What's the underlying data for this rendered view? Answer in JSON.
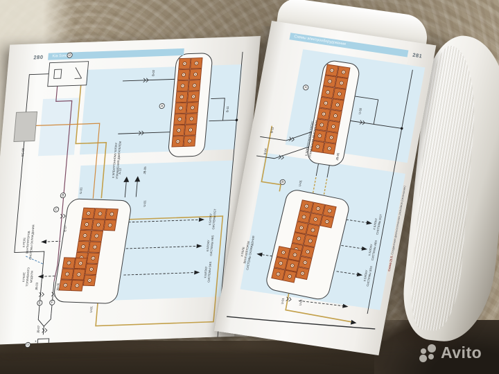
{
  "colors": {
    "header_bar": "#a9d3e6",
    "panel_blue": "#d9ebf4",
    "pin_orange": "#cf6f33",
    "pin_border": "#8a3c1a",
    "wire_tan": "#c3a04a",
    "wire_purple": "#7c4a63",
    "wire_orange": "#d08a3e",
    "wire_blue": "#4f86b8",
    "wire_black": "#2b2d2f"
  },
  "book": {
    "left_page": {
      "page_number": "280",
      "header": "Kia Sorento"
    },
    "right_page": {
      "page_number": "281",
      "header": "Схемы электрооборудования",
      "caption_bold": "Схема 21.5.",
      "caption_rest": " Соединения диагностических разъёмов (окончание)"
    },
    "markers": {
      "a": "A",
      "b": "B",
      "c": "C",
      "d": "D",
      "e": "E",
      "f": "F",
      "g": "G"
    },
    "battery_plus": "+",
    "wires": {
      "b02": "B-02",
      "b11": "B-11",
      "b04": "B-04",
      "e17": "E-17",
      "jb03": "JB-03",
      "jb05": "JB-05",
      "jb06": "JB-06",
      "jb07": "JB-07",
      "sc08": "SC-08",
      "u01": "U-01",
      "u02": "U-02",
      "a12": "A-12"
    },
    "annotations": {
      "ecu1": "К ЭЛЕКТРОННОМУ БЛОКУ",
      "ecu2": "УПРАВЛЕНИЯ ДВИГАТЕЛЕМ",
      "fan1": "К РЕЛЕ",
      "fan2": "ВЕНТИЛЯТОРОВ",
      "fan3": "СИСТЕМЫ ОХЛАЖДЕНИЯ",
      "fuel1": "К РЕЛЕ",
      "fuel2": "ТОПЛИВНОГО",
      "fuel3": "МОДУЛЯ",
      "egt1": "К БЛОКУ",
      "egt2": "СИСТЕМЫ EGT",
      "abs1": "К БЛОКУ",
      "abs2": "СИСТЕМЫ ABS",
      "srs1": "К БЛОКУ",
      "srs2": "СИСТЕМЫ SRS"
    }
  },
  "watermark": {
    "brand": "Avito"
  }
}
